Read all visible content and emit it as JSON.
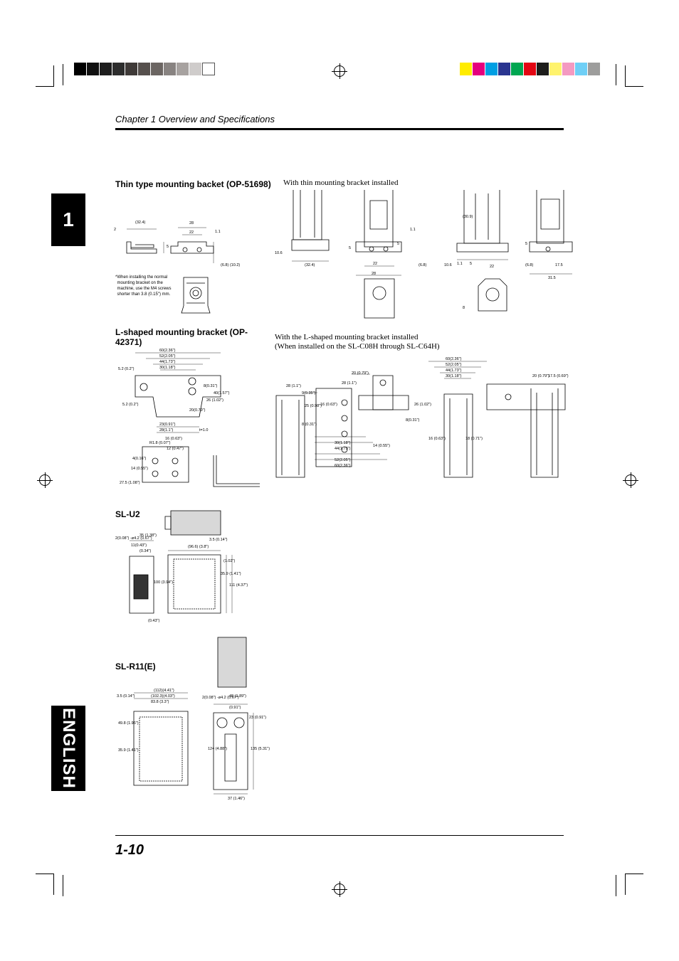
{
  "header": {
    "chapter_title": "Chapter 1  Overview and Specifications"
  },
  "footer": {
    "page_number": "1-10"
  },
  "side_tabs": {
    "chapter_number": "1",
    "language": "ENGLISH"
  },
  "print_marks": {
    "left_swatches": [
      "#000000",
      "#111111",
      "#1e1e1e",
      "#2d2d2d",
      "#3f3a38",
      "#56504d",
      "#6b6562",
      "#888381",
      "#a7a2a0",
      "#cfcccb",
      "#ffffff"
    ],
    "right_swatches": [
      "#ffec00",
      "#e5007e",
      "#009fe3",
      "#2a3590",
      "#00a651",
      "#e30613",
      "#1d1d1b",
      "#fff36d",
      "#f49ac1",
      "#6fcff6",
      "#9d9d9c"
    ]
  },
  "sections": {
    "thin_bracket": {
      "title": "Thin type mounting backet (OP-51698)",
      "caption": "With thin mounting bracket installed",
      "note_marker": "*",
      "note": "When installing the normal mounting bracket on the machine, use the M4 screws shorter than 3.8 (0.15\") mm.",
      "dims_left": [
        "2",
        "(32.4)",
        "28",
        "22",
        "1.1",
        "5",
        "(6.8) (10.2)"
      ],
      "dims_right": [
        "10.6",
        "(32.4)",
        "5",
        "28",
        "22",
        "1.1",
        "5",
        "(6.8)",
        "(30.9)",
        "10.6",
        "1.1",
        "5",
        "22",
        "5",
        "(6.8)",
        "17.5",
        "31.5",
        "8"
      ]
    },
    "l_bracket": {
      "title": "L-shaped mounting bracket (OP-42371)",
      "caption_line1": "With the L-shaped mounting bracket installed",
      "caption_line2": "(When installed on the SL-C08H through SL-C64H)",
      "dims_left": [
        "60(2.36\")",
        "52(2.05\")",
        "44(1.73\")",
        "30(1.18\")",
        "5.2 (0.2\")",
        "8(0.31\")",
        "40(1.57\")",
        "26 (1.02\")",
        "5.2 (0.2\")",
        "20(0.79\")",
        "23(0.91\")",
        "28(1.1\")",
        "t=1.0",
        "16 (0.63\")",
        "R1.8 (0.07\")",
        "12 (0.47\")",
        "4(0.16\")",
        "14 (0.55\")",
        "27.5 (1.08\")"
      ],
      "dims_right": [
        "28 (1.1\")",
        "9(0.35\")",
        "20 (0.79\")",
        "28 (1.1\")",
        "25 (0.98\")",
        "16 (0.63\")",
        "8 (0.31\")",
        "30(1.18\")",
        "44(1.73\")",
        "52(2.05\")",
        "60(2.36\")",
        "14 (0.55\")",
        "60(2.36\")",
        "52(2.05\")",
        "44(1.73\")",
        "30(1.18\")",
        "26 (1.02\")",
        "8(0.31\")",
        "16 (0.63\")",
        "18 (0.71\")",
        "20 (0.79\")",
        "17.5 (0.69\")"
      ]
    },
    "sl_u2": {
      "title": "SL-U2",
      "dims": [
        "35 (1.38\")",
        "2(0.08\") -ø4.2 (0.67\")",
        "11(0.43\")",
        "(0.34\")",
        "(96.6) (3.8\")",
        "3.5 (0.14\")",
        "(1.02\")",
        "35.9 (1.41\")",
        "100 (3.94\")",
        "111 (4.37\")",
        "(0.43\")"
      ]
    },
    "sl_r11e": {
      "title": "SL-R11(E)",
      "dims": [
        "(112)(4.41\")",
        "(102.3)(4.03\")",
        "83.8 (3.3\")",
        "3.5 (0.14\")",
        "49.8 (1.96\")",
        "35.9 (1.41\")",
        "2(0.08\") -ø4.2 (0.67\")",
        "48 (1.89\")",
        "(0.91\")",
        "23 (0.91\")",
        "124 (4.88\")",
        "135 (5.31\")",
        "37 (1.46\")"
      ]
    }
  }
}
